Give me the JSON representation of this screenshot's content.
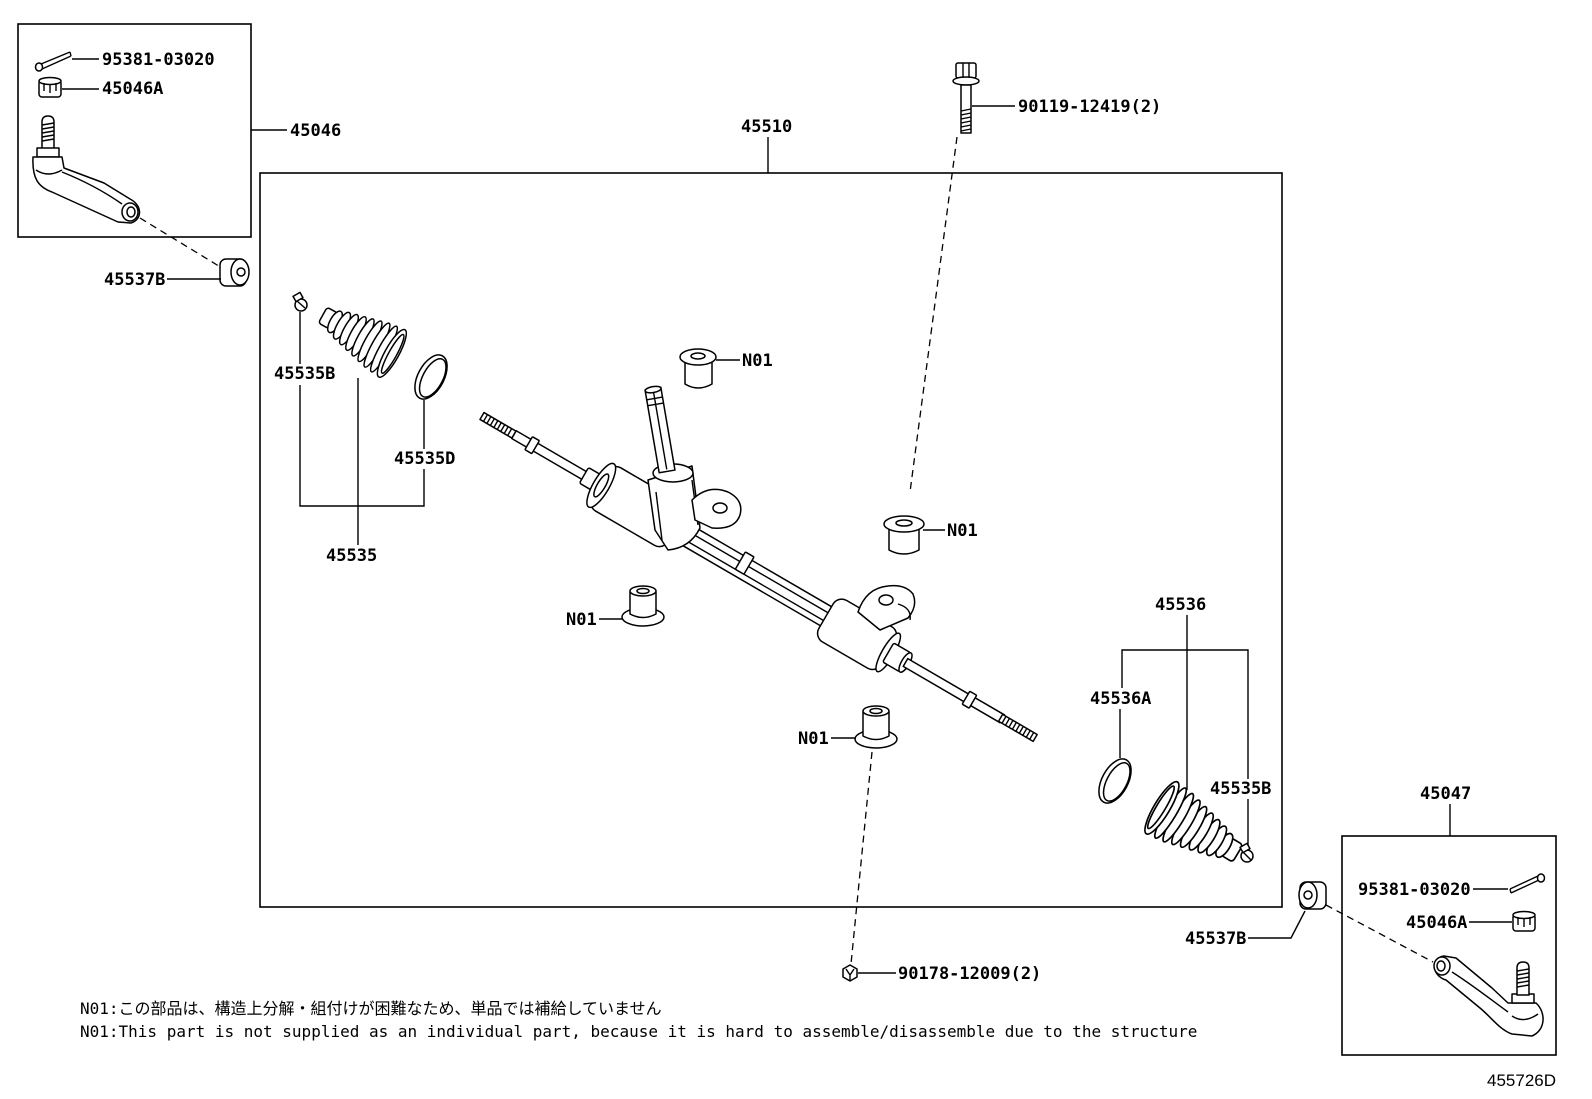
{
  "callouts": {
    "cotter_pin_left": "95381-03020",
    "castle_nut_left": "45046A",
    "tie_rod_end_left": "45046",
    "bushing_left": "45537B",
    "gear_assembly": "45510",
    "mounting_bolt": "90119-12419(2)",
    "bushing_n01_top": "N01",
    "boot_clip_left": "45535B",
    "boot_ring_left": "45535D",
    "boot_kit_left": "45535",
    "bushing_n01_right": "N01",
    "bushing_n01_left": "N01",
    "boot_kit_right": "45536",
    "boot_ring_right": "45536A",
    "bushing_n01_bottom": "N01",
    "boot_clip_right": "45535B",
    "tie_rod_end_right": "45047",
    "cotter_pin_right": "95381-03020",
    "castle_nut_right": "45046A",
    "bushing_right": "45537B",
    "mounting_nut": "90178-12009(2)"
  },
  "notes": {
    "ja": "N01:この部品は、構造上分解・組付けが困難なため、単品では補給していません",
    "en": "N01:This part is not supplied as an individual part, because it is hard to assemble/disassemble due to the structure"
  },
  "figure_id": "455726D"
}
